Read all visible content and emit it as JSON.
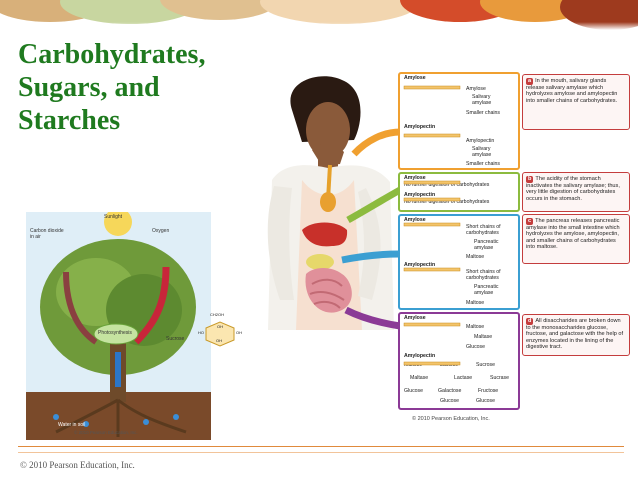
{
  "title": "Carbohydrates, Sugars, and Starches",
  "colors": {
    "title": "#1f7a1f",
    "rule": "#e08a3c",
    "caption_border": "#c43d3d"
  },
  "photosynthesis": {
    "sunlight": "Sunlight",
    "carbon_dioxide": "Carbon dioxide in air",
    "oxygen": "Oxygen",
    "photosynthesis": "Photosynthesis",
    "sucrose": "Sucrose",
    "water": "Water in soil",
    "copyright": "© 2010 Pearson Education, Inc.",
    "glucose_atoms": [
      "CH2OH",
      "OH",
      "HO",
      "OH",
      "OH"
    ]
  },
  "stages": {
    "a": {
      "lines": [
        "Amylose",
        "Amylose",
        "Salivary",
        "amylase",
        "Smaller chains",
        "Amylopectin",
        "Amylopectin",
        "Salivary",
        "amylase",
        "Smaller chains"
      ],
      "caption_letter": "a",
      "caption": "In the mouth, salivary glands release salivary amylase which hydrolyzes amylose and amylopectin into smaller chains of carbohydrates."
    },
    "b": {
      "lines": [
        "Amylose",
        "No further digestion of carbohydrates",
        "Amylopectin",
        "No further digestion of carbohydrates"
      ],
      "caption_letter": "b",
      "caption": "The acidity of the stomach inactivates the salivary amylase; thus, very little digestion of carbohydrates occurs in the stomach."
    },
    "c": {
      "lines": [
        "Amylose",
        "Short chains of",
        "carbohydrates",
        "Pancreatic",
        "amylase",
        "Maltose",
        "Amylopectin",
        "Short chains of",
        "carbohydrates",
        "Pancreatic",
        "amylase",
        "Maltose"
      ],
      "caption_letter": "c",
      "caption": "The pancreas releases pancreatic amylase into the small intestine which hydrolyzes the amylose, amylopectin, and smaller chains of carbohydrates into maltose."
    },
    "d": {
      "lines": [
        "Amylose",
        "Maltose",
        "Maltase",
        "Glucose",
        "Amylopectin",
        "Maltose",
        "Lactose",
        "Sucrose",
        "Maltase",
        "Lactase",
        "Sucrase",
        "Glucose",
        "Galactose",
        "Fructose",
        "Glucose",
        "Glucose"
      ],
      "caption_letter": "d",
      "caption": "All disaccharides are broken down to the monosaccharides glucose, fructose, and galactose with the help of enzymes located in the lining of the digestive tract."
    }
  },
  "figure_copyright": "© 2010 Pearson Education, Inc.",
  "footer": "© 2010 Pearson Education, Inc."
}
